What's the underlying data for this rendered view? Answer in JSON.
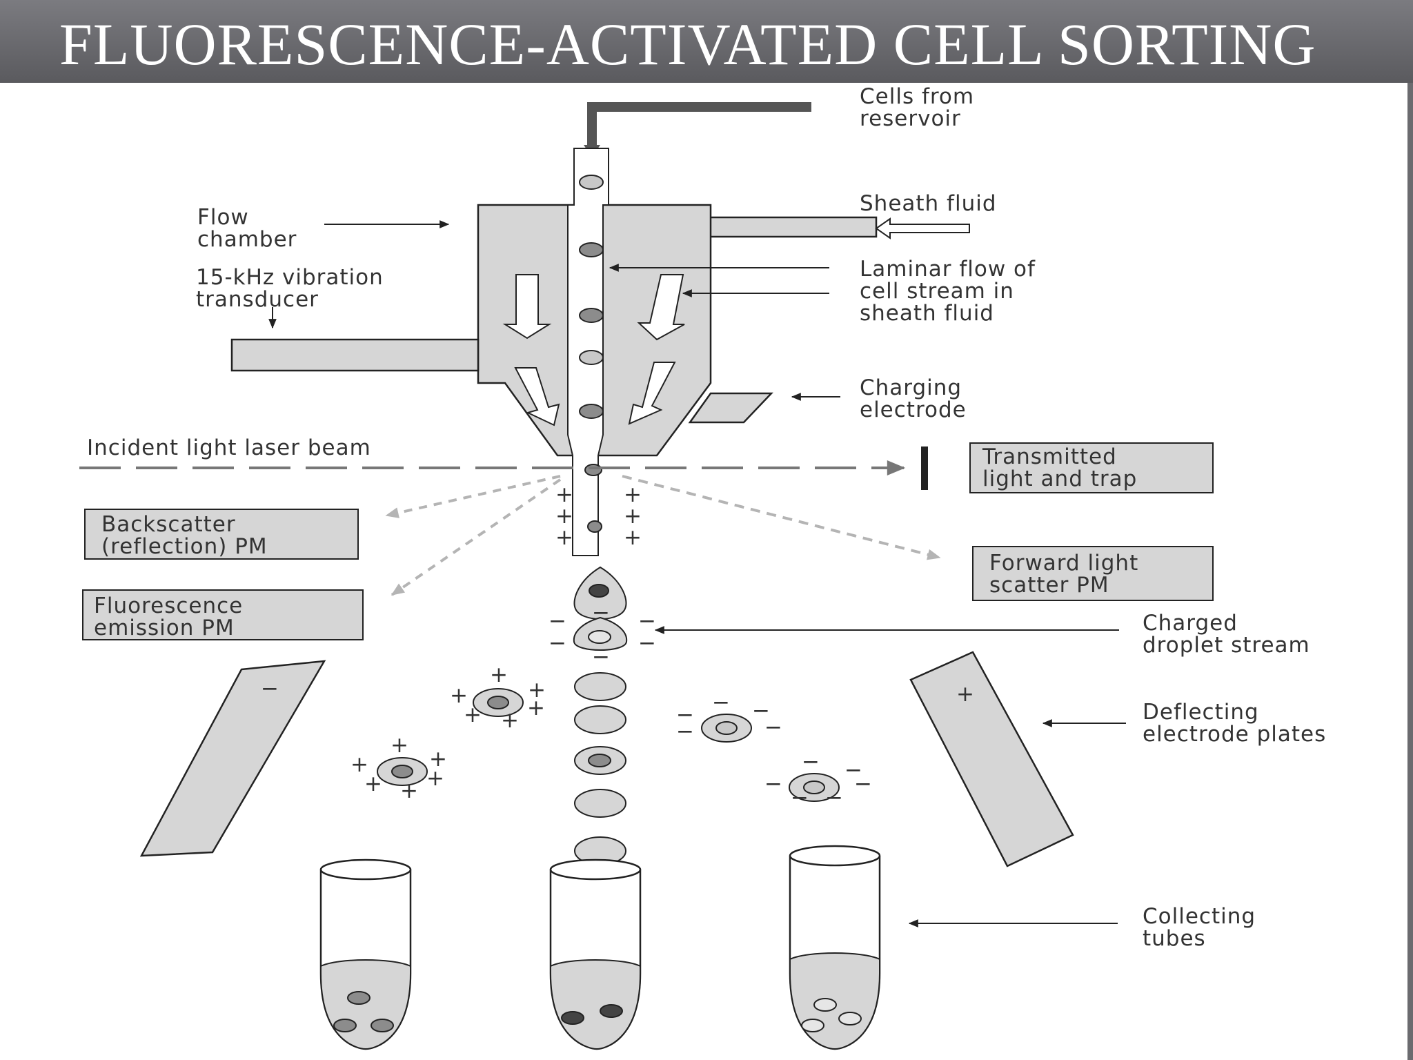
{
  "title": "FLUORESCENCE-ACTIVATED CELL SORTING",
  "labels": {
    "cells_reservoir": [
      "Cells from",
      "reservoir"
    ],
    "sheath_fluid": [
      "Sheath fluid"
    ],
    "flow_chamber": [
      "Flow",
      "chamber"
    ],
    "vibration_transducer": [
      "15-kHz vibration",
      "transducer"
    ],
    "laminar_flow": [
      "Laminar flow of",
      "cell stream in",
      "sheath fluid"
    ],
    "charging_electrode": [
      "Charging",
      "electrode"
    ],
    "laser_beam": [
      "Incident light laser beam"
    ],
    "transmitted_light": [
      "Transmitted",
      "light and trap"
    ],
    "backscatter_pm": [
      "Backscatter",
      "(reflection) PM"
    ],
    "forward_scatter_pm": [
      "Forward light",
      "scatter PM"
    ],
    "fluorescence_pm": [
      "Fluorescence",
      "emission PM"
    ],
    "charged_droplet": [
      "Charged",
      "droplet stream"
    ],
    "deflecting_plates": [
      "Deflecting",
      "electrode plates"
    ],
    "collecting_tubes": [
      "Collecting",
      "tubes"
    ]
  },
  "symbols": {
    "plus": "+",
    "minus": "−"
  },
  "colors": {
    "fill_gray": "#d6d6d6",
    "cell_dark": "#8c8c8c",
    "cell_light": "#c8c8c8",
    "outline": "#222222",
    "scatter_arrow": "#b4b4b4"
  }
}
